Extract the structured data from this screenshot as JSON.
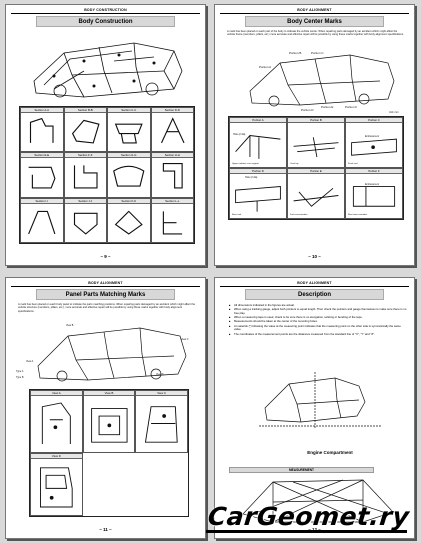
{
  "page1": {
    "header": "BODY CONSTRUCTION",
    "title": "Body Construction",
    "page_number": "– 9 –",
    "sections_row1": [
      "Section A-A",
      "Section B-B",
      "Section C-C",
      "Section D-D"
    ],
    "sections_row2": [
      "Section E-E",
      "Section F-F",
      "Section G-G",
      "Section H-H"
    ],
    "sections_row3": [
      "Section I-I",
      "Section J-J",
      "Section K-K",
      "Section L-L"
    ]
  },
  "page2": {
    "header": "BODY ALIGNMENT",
    "title": "Body Center Marks",
    "page_number": "– 10 –",
    "intro": "A mark has been placed on each part of the body to indicate the vehicle center. When repairing parts damaged by an accident which might affect the vehicle frame (members, pillars, etc.) more accurate and effective repair will be possible by using these marks together with body alignment specifications.",
    "portions_row1": [
      "Portion A",
      "Portion B",
      "Portion C"
    ],
    "portions_row2": [
      "Portion D",
      "Portion E",
      "Portion F"
    ],
    "unit": "Unit: mm",
    "captions_row1": [
      "Upper radiator core support",
      "Cowl top",
      "Front roof"
    ],
    "captions_row2": [
      "Rear roof",
      "2nd crossmember",
      "Rear lower member"
    ],
    "callouts": [
      "Portion A",
      "Portion B",
      "Portion C",
      "Portion D",
      "Portion E",
      "Portion F",
      "Hole (2 dia)",
      "Embossment",
      "Hole (2 dia)",
      "Embossment"
    ]
  },
  "page3": {
    "header": "BODY ALIGNMENT",
    "title": "Panel Parts Matching Marks",
    "page_number": "– 11 –",
    "intro": "A mark has been placed on each body panel to indicate the parts matching positions. When repairing parts damaged by an accident which might affect the vehicle structure (members, pillars, etc.), more accurate and effective repair will be possible by using these marks together with body alignment specifications.",
    "views": [
      "View A",
      "View B",
      "View C",
      "View D"
    ],
    "callouts": [
      "View A",
      "View B",
      "View C",
      "View D",
      "Type A",
      "Type B"
    ]
  },
  "page4": {
    "header": "BODY ALIGNMENT",
    "title": "Description",
    "page_number": "– 12 –",
    "bullets": [
      "All dimensions indicated in the figures are actual.",
      "When using a tracking gauge, adjust both pointers to equal length. Then check the pointers and gauge themselves to make sure there is no free play.",
      "When a measuring tape is used, check to be sure there is no elongation, twisting or bending of the tape.",
      "Measurements should be taken at the center of the mounting holes.",
      "An asterisk (*) following the value at the measuring point indicates that the measuring point on the other side is symmetrically the same value.",
      "The coordinates of the measurement points are the distances measured from the standard line of \"X\", \"Y\" and \"Z\"."
    ],
    "subheading": "Engine Compartment",
    "measurement_label": "MEASUREMENT"
  },
  "watermark": "CarGeomet.ry"
}
